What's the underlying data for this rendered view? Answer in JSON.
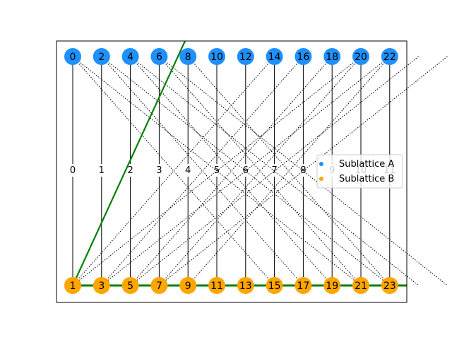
{
  "diagram": {
    "top_nodes": [
      "0",
      "2",
      "4",
      "6",
      "8",
      "10",
      "12",
      "14",
      "16",
      "18",
      "20",
      "22"
    ],
    "bottom_nodes": [
      "1",
      "3",
      "5",
      "7",
      "9",
      "11",
      "13",
      "15",
      "17",
      "19",
      "21",
      "23"
    ],
    "bond_labels": [
      "0",
      "1",
      "2",
      "3",
      "4",
      "5",
      "6",
      "7",
      "8",
      "9",
      "10",
      "11"
    ],
    "dotted_edges": [
      [
        0,
        7
      ],
      [
        1,
        8
      ],
      [
        2,
        9
      ],
      [
        3,
        10
      ],
      [
        4,
        11
      ],
      [
        7,
        0
      ],
      [
        8,
        1
      ],
      [
        9,
        2
      ],
      [
        10,
        3
      ],
      [
        11,
        4
      ],
      [
        0,
        10
      ],
      [
        1,
        11
      ],
      [
        2,
        12
      ],
      [
        3,
        13
      ],
      [
        10,
        0
      ],
      [
        11,
        1
      ],
      [
        12,
        2
      ],
      [
        13,
        3
      ]
    ],
    "green_lines": "present"
  },
  "legend": {
    "items": [
      {
        "label": "Sublattice A",
        "color": "#1e90ff"
      },
      {
        "label": "Sublattice B",
        "color": "#ffa500"
      }
    ]
  },
  "colors": {
    "sublattice_a": "#1e90ff",
    "sublattice_b": "#ffa500",
    "green_line": "#008000",
    "solid_edge": "#000000"
  }
}
